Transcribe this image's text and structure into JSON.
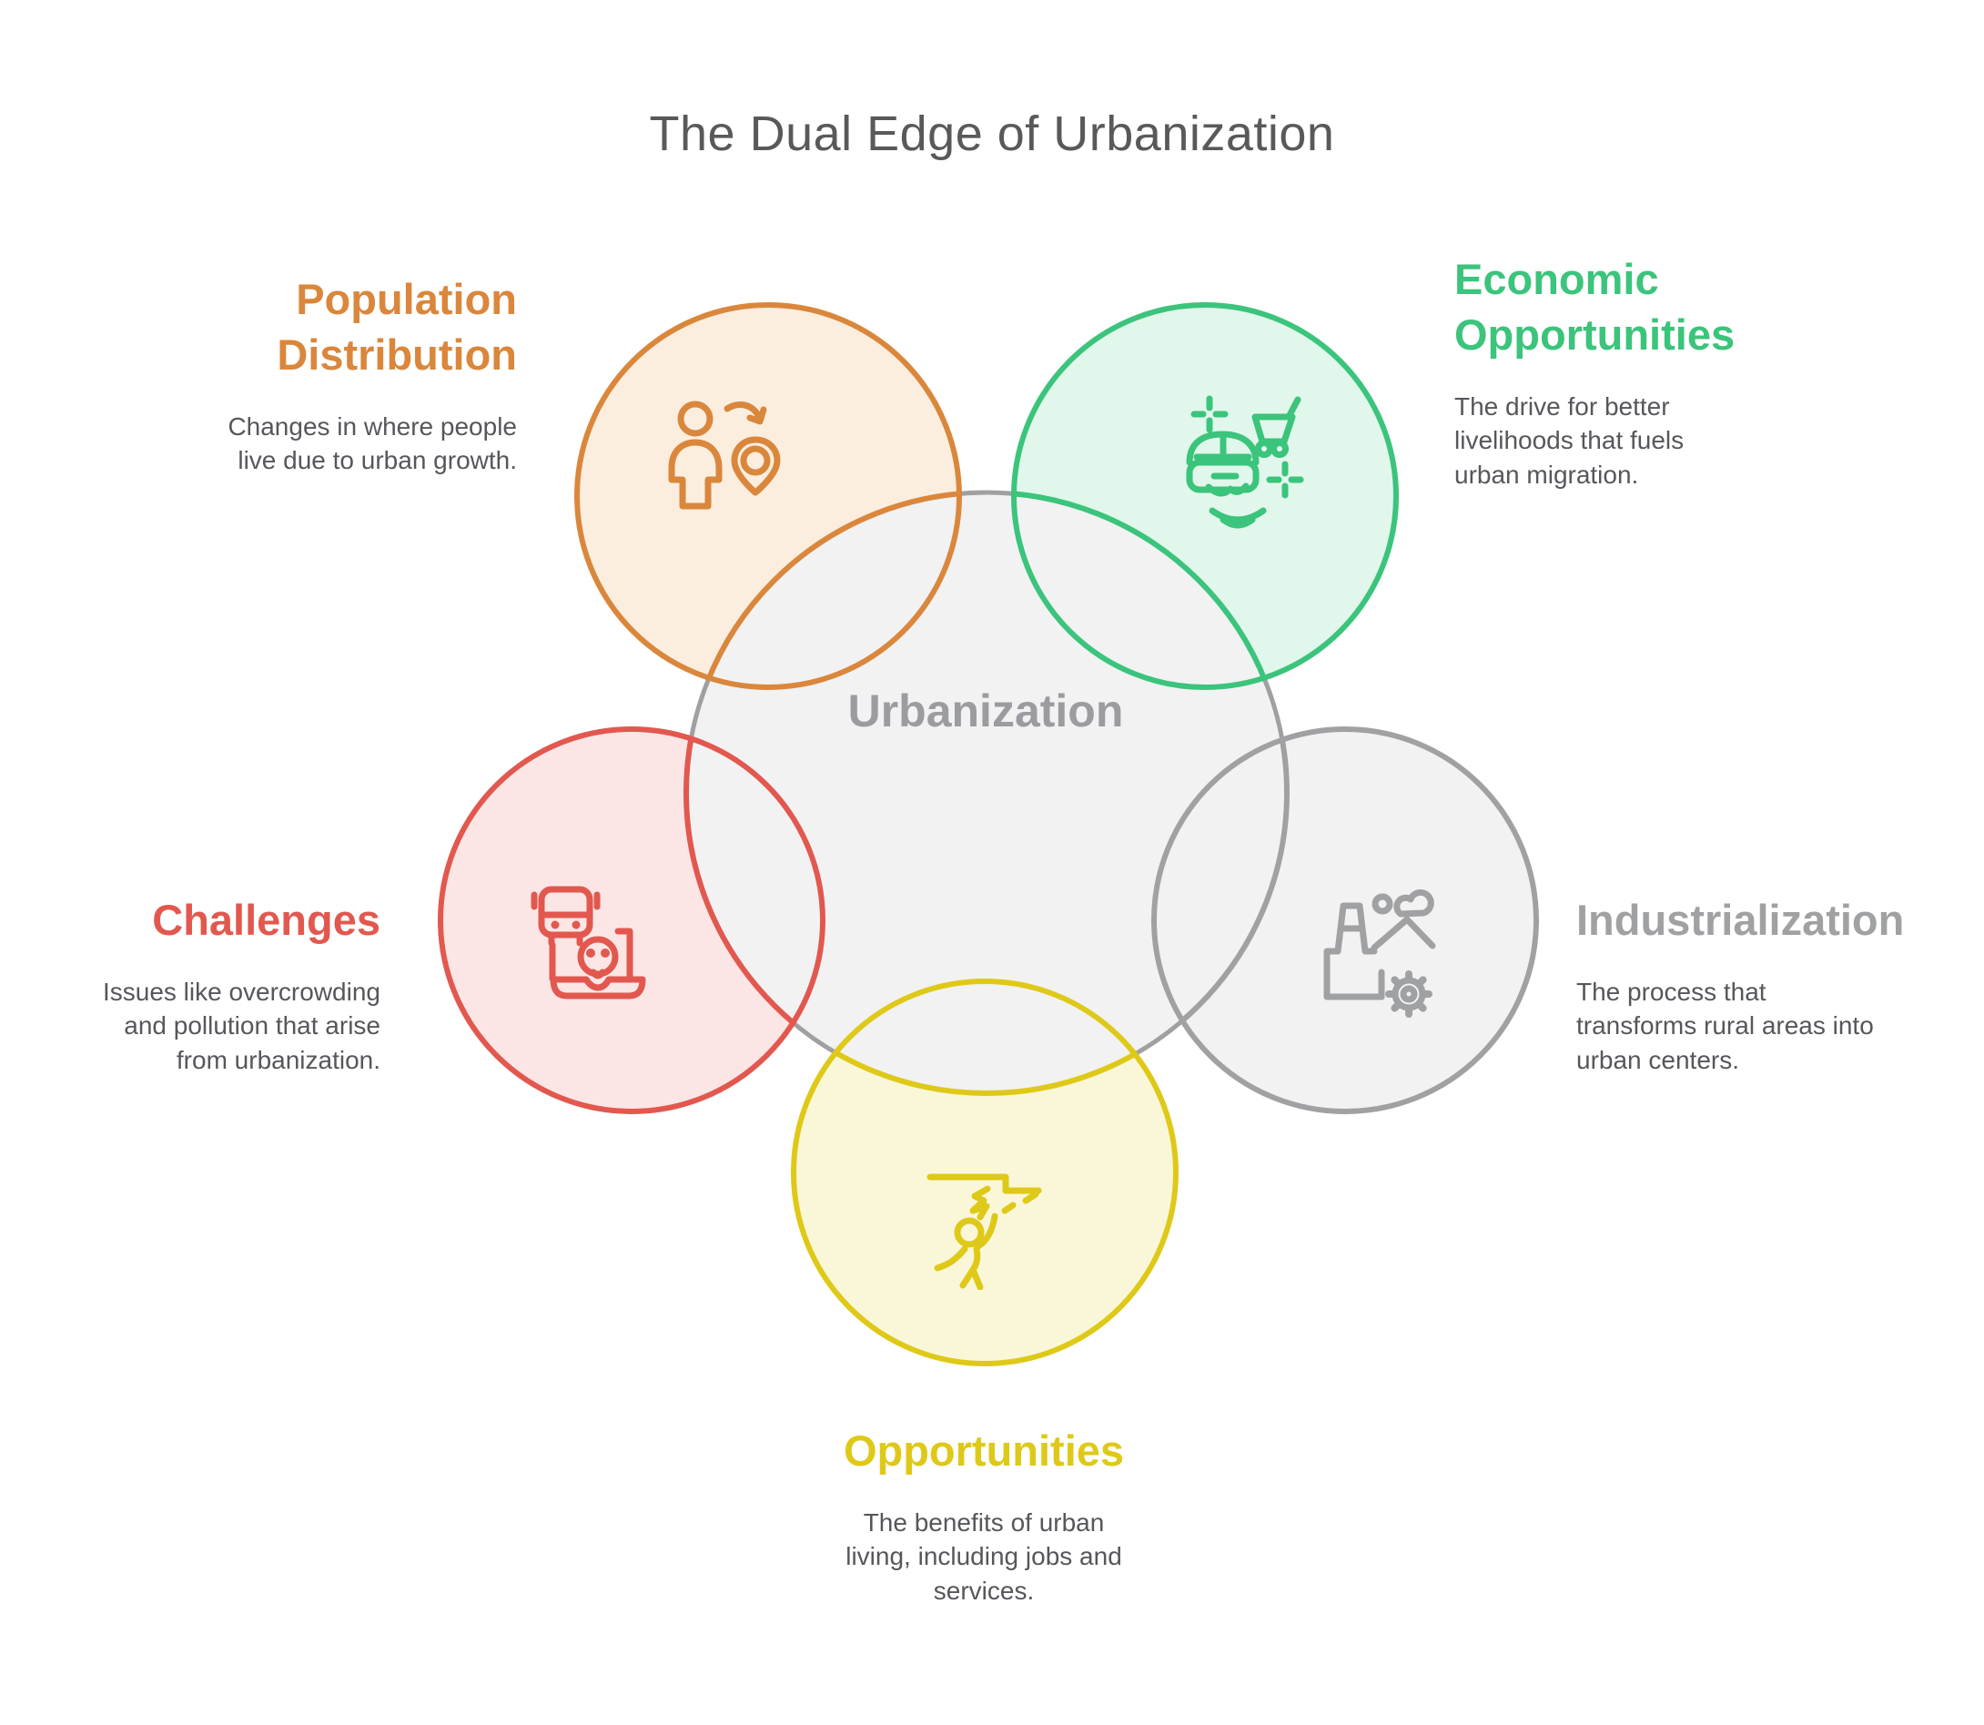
{
  "title": "The Dual Edge of Urbanization",
  "center": {
    "label": "Urbanization",
    "fill": "#F2F2F3",
    "stroke": "#A0A0A2",
    "label_color": "#9B9CA0"
  },
  "sections": [
    {
      "id": "population-distribution",
      "heading": "Population\nDistribution",
      "description": "Changes in where people\nlive due to urban growth.",
      "color": "#DA873C",
      "fill": "#FBEEDF",
      "icon": "person-location-icon"
    },
    {
      "id": "economic-opportunities",
      "heading": "Economic\nOpportunities",
      "description": "The drive for better\nlivelihoods that fuels\nurban migration.",
      "color": "#3BC47B",
      "fill": "#E1F7EC",
      "icon": "vr-headset-shopping-cart-icon"
    },
    {
      "id": "challenges",
      "heading": "Challenges",
      "description": "Issues like overcrowding\nand pollution that arise\nfrom urbanization.",
      "color": "#E2584F",
      "fill": "#FBE6E5",
      "icon": "bus-pollution-icon"
    },
    {
      "id": "industrialization",
      "heading": "Industrialization",
      "description": "The process that\ntransforms rural areas into\nurban centers.",
      "color": "#A0A1A3",
      "fill": "#F2F2F3",
      "icon": "factory-gear-icon"
    },
    {
      "id": "opportunities",
      "heading": "Opportunities",
      "description": "The benefits of urban\nliving, including jobs and\nservices.",
      "color": "#DFC918",
      "fill": "#FAF7D9",
      "icon": "person-climbing-icon"
    }
  ]
}
